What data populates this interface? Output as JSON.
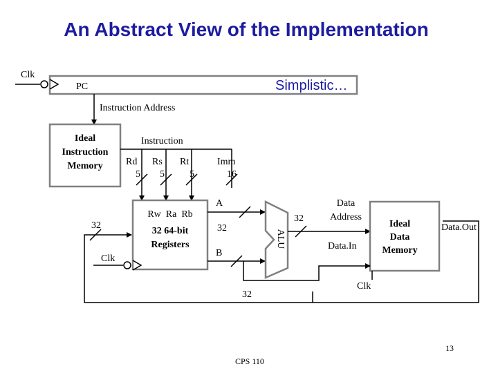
{
  "title": "An Abstract View of the Implementation",
  "note": "Simplistic…",
  "clk_label": "Clk",
  "pc": {
    "label": "PC"
  },
  "instruction_address_label": "Instruction Address",
  "instruction_memory": {
    "line1": "Ideal",
    "line2": "Instruction",
    "line3": "Memory"
  },
  "instruction_label": "Instruction",
  "fields": [
    {
      "name": "Rd",
      "width": "5"
    },
    {
      "name": "Rs",
      "width": "5"
    },
    {
      "name": "Rt",
      "width": "5"
    },
    {
      "name": "Imm",
      "width": "16"
    }
  ],
  "register_file": {
    "ports": "Rw  Ra  Rb",
    "line1": "32 64-bit",
    "line2": "Registers"
  },
  "bus_width": "32",
  "alu": {
    "label": "ALU",
    "in_a": "A",
    "in_b": "B"
  },
  "data_memory": {
    "line1": "Ideal",
    "line2": "Data",
    "line3": "Memory",
    "address_line1": "Data",
    "address_line2": "Address",
    "data_in": "Data.In",
    "data_out": "Data.Out"
  },
  "footer": {
    "course": "CPS 110",
    "page": "13"
  }
}
